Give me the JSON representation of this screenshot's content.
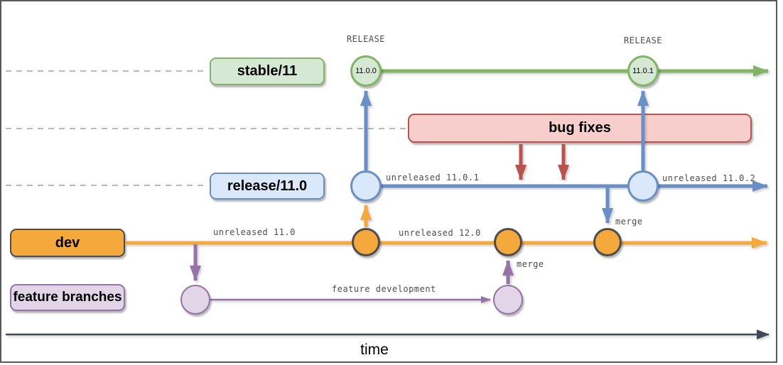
{
  "branches": {
    "stable": {
      "label": "stable/11"
    },
    "release": {
      "label": "release/11.0"
    },
    "dev": {
      "label": "dev"
    },
    "feature": {
      "label": "feature branches"
    }
  },
  "annotation_box": {
    "label": "bug fixes"
  },
  "commits": {
    "stable_first": {
      "label": "11.0.0",
      "tag": "RELEASE"
    },
    "stable_second": {
      "label": "11.0.1",
      "tag": "RELEASE"
    }
  },
  "labels": {
    "unreleased_11_0": "unreleased 11.0",
    "unreleased_12_0": "unreleased 12.0",
    "unreleased_11_0_1": "unreleased 11.0.1",
    "unreleased_11_0_2": "unreleased 11.0.2",
    "feature_development": "feature development",
    "merge_feature_to_dev": "merge",
    "merge_release_to_dev": "merge"
  },
  "axis": {
    "label": "time"
  },
  "colors": {
    "green": "#82b366",
    "green-fill": "#d5e8d4",
    "blue": "#6c8ebf",
    "blue-line": "#6a8fc4",
    "blue-fill": "#dae8fc",
    "orange": "#f5a93c",
    "dev-border": "#4d4d4d",
    "purple": "#9673a6",
    "purple-fill": "#e1d5e7",
    "red": "#b85450",
    "red-fill": "#f8cecc",
    "axis-color": "#3e4c59",
    "dash": "#b9b9b9",
    "text-muted": "#4d4d4d"
  }
}
